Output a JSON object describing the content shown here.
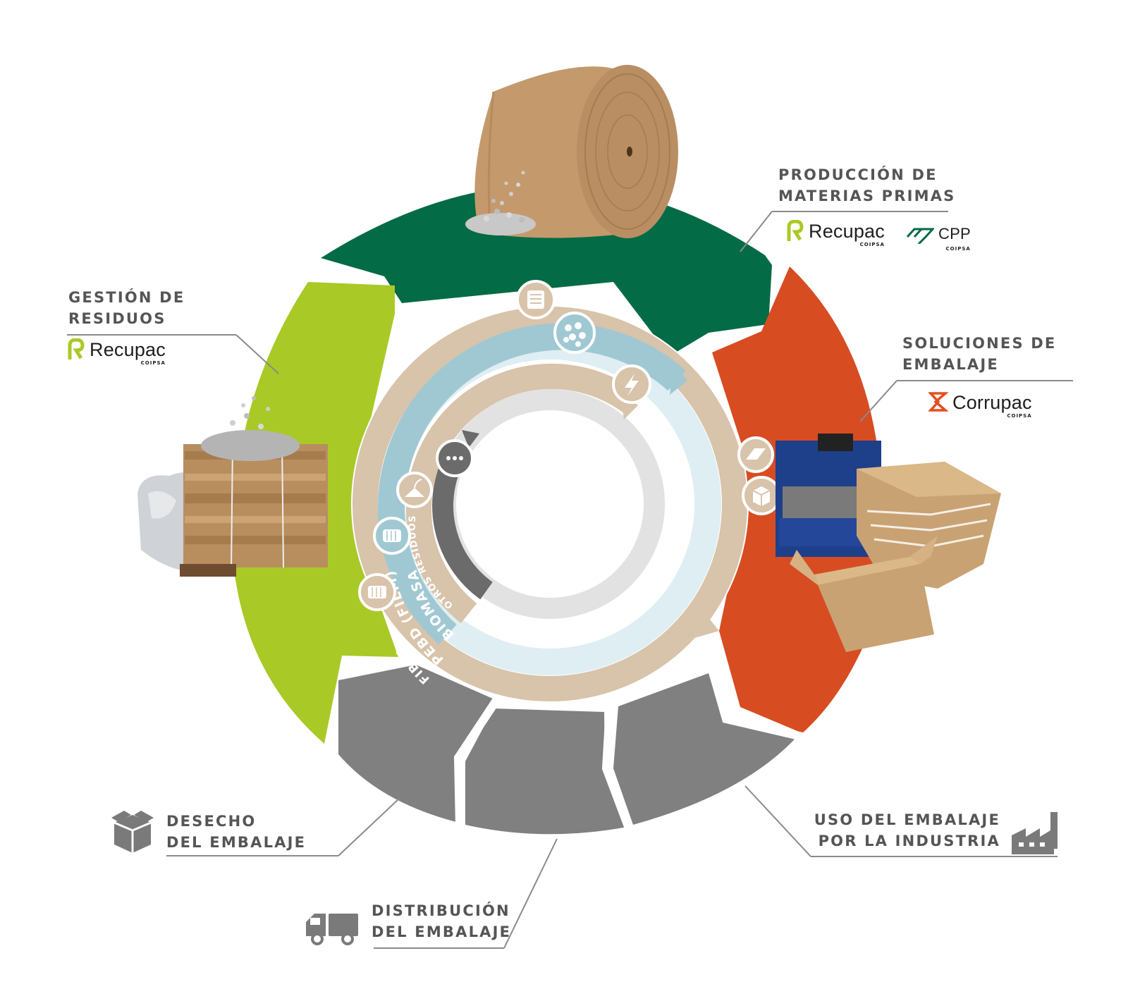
{
  "stages": {
    "produccion": {
      "line1": "PRODUCCIÓN DE",
      "line2": "MATERIAS PRIMAS",
      "color": "#036b45"
    },
    "soluciones": {
      "line1": "SOLUCIONES DE",
      "line2": "EMBALAJE",
      "color": "#d84c22"
    },
    "gestion": {
      "line1": "GESTIÓN DE",
      "line2": "RESIDUOS",
      "color": "#a9c926"
    },
    "uso": {
      "line1": "USO DEL EMBALAJE",
      "line2": "POR LA INDUSTRIA",
      "color": "#808080"
    },
    "distribucion": {
      "line1": "DISTRIBUCIÓN",
      "line2": "DEL EMBALAJE",
      "color": "#808080"
    },
    "desecho": {
      "line1": "DESECHO",
      "line2": "DEL EMBALAJE",
      "color": "#808080"
    }
  },
  "logos": {
    "recupac": {
      "name": "Recupac",
      "sub": "COIPSA"
    },
    "cpp": {
      "name": "CPP",
      "sub": "COIPSA"
    },
    "corrupac": {
      "name": "Corrupac",
      "sub": "COIPSA"
    }
  },
  "rings": {
    "fibra": "FIBRA",
    "pebd": "PEBD (FILM)",
    "biomasa": "BIOMASA",
    "otros": "OTROS RESIDUOS"
  },
  "icons": [
    "paper-roll-icon",
    "pellets-icon",
    "lightning-icon",
    "sheets-icon",
    "box-icon",
    "more-icon",
    "biomass-icon",
    "film-roll-icon",
    "fiber-bale-icon",
    "open-box-icon",
    "truck-icon",
    "factory-icon"
  ],
  "colors": {
    "tan": "#d8c3ab",
    "blue": "#9fc8d3",
    "light_blue": "#dfeef2",
    "grey_ring": "#e2e2e2",
    "dark_grey": "#6b6b6b",
    "label": "#555555"
  }
}
